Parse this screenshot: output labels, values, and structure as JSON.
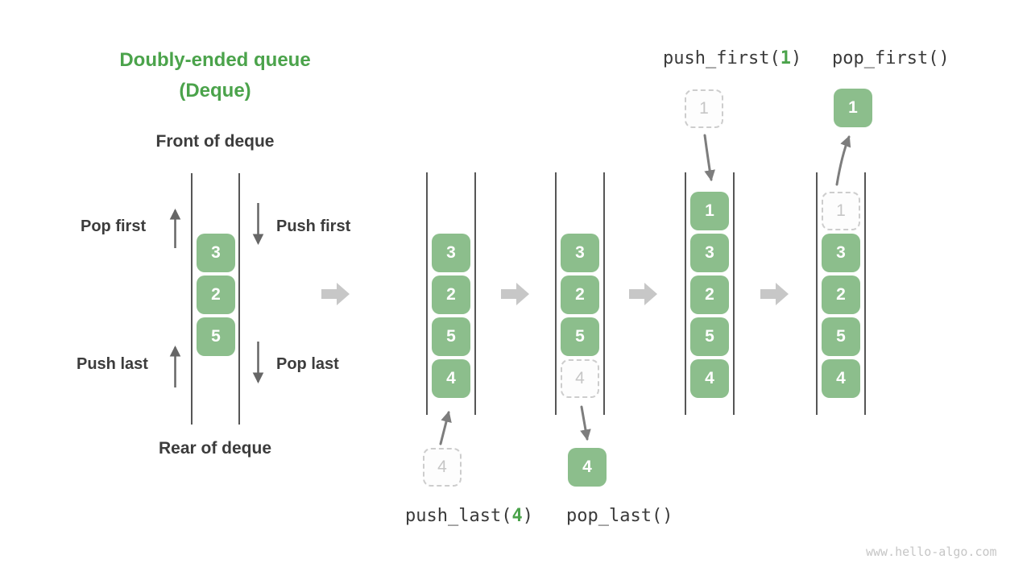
{
  "title": {
    "line1": "Doubly-ended queue",
    "line2": "(Deque)"
  },
  "labels": {
    "front": "Front of deque",
    "rear": "Rear of deque",
    "pop_first": "Pop first",
    "push_first": "Push first",
    "push_last": "Push last",
    "pop_last": "Pop last"
  },
  "operations": {
    "push_last": {
      "prefix": "push_last(",
      "arg": "4",
      "suffix": ")"
    },
    "pop_last": {
      "label": "pop_last()"
    },
    "push_first": {
      "prefix": "push_first(",
      "arg": "1",
      "suffix": ")"
    },
    "pop_first": {
      "label": "pop_first()"
    }
  },
  "demo": {
    "cells": [
      "3",
      "2",
      "5"
    ]
  },
  "columns": {
    "c1": {
      "cells": [
        {
          "v": "3"
        },
        {
          "v": "2"
        },
        {
          "v": "5"
        },
        {
          "v": "4"
        }
      ]
    },
    "c2": {
      "cells": [
        {
          "v": "3"
        },
        {
          "v": "2"
        },
        {
          "v": "5"
        },
        {
          "v": "4",
          "ghost": true
        }
      ]
    },
    "c3": {
      "cells": [
        {
          "v": "1"
        },
        {
          "v": "3"
        },
        {
          "v": "2"
        },
        {
          "v": "5"
        },
        {
          "v": "4"
        }
      ]
    },
    "c4": {
      "cells": [
        {
          "v": "1",
          "ghost": true
        },
        {
          "v": "3"
        },
        {
          "v": "2"
        },
        {
          "v": "5"
        },
        {
          "v": "4"
        }
      ]
    }
  },
  "floating": {
    "push_last_in": "4",
    "pop_last_out": "4",
    "push_first_in": "1",
    "pop_first_out": "1"
  },
  "watermark": "www.hello-algo.com",
  "colors": {
    "box_green": "#8cbe8c",
    "title_green": "#4ba34b",
    "label_dark": "#3c3c3c",
    "arrow_dark": "#666666",
    "op_arrow": "#7d7d7d",
    "flow_gray": "#c7c7c7",
    "ghost_border": "#cdcdcd",
    "ghost_text": "#c6c6c6",
    "line_color": "#565656",
    "watermark_color": "#c6c6c6",
    "code_text": "#3a3a3a",
    "code_arg_green": "#4ba34b"
  }
}
